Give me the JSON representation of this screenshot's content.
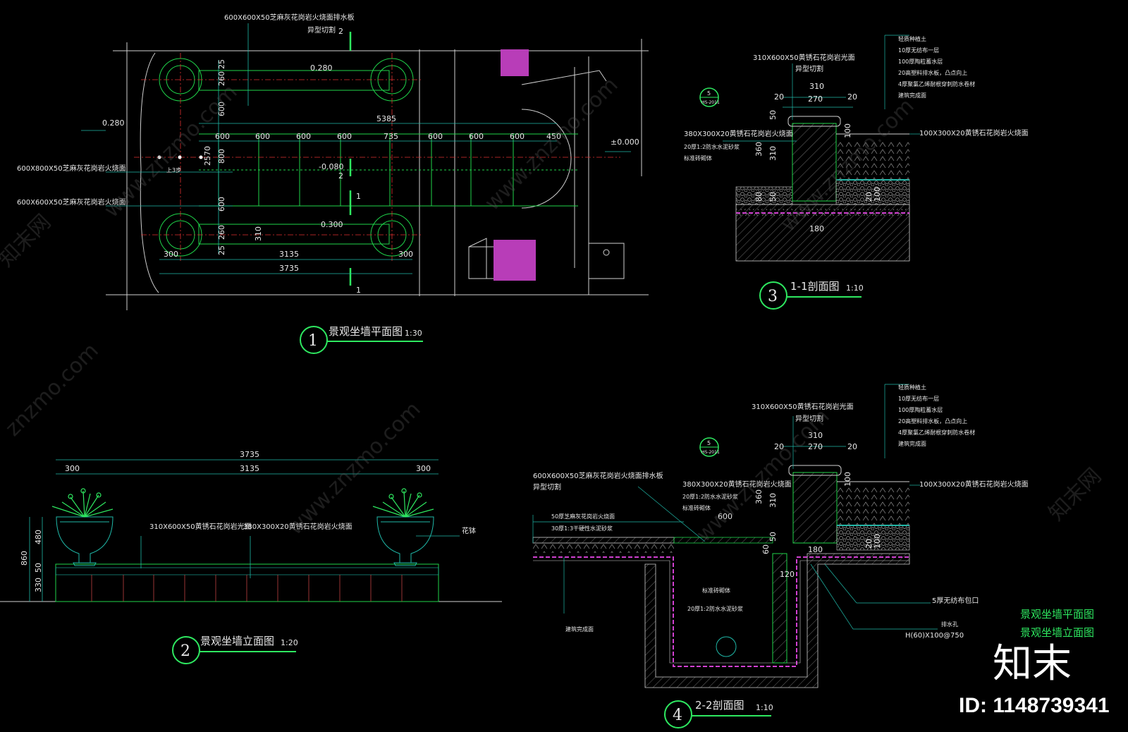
{
  "colors": {
    "background": "#000000",
    "outline": "#1fd44a",
    "dimension": "#1fb8a8",
    "structure": "#d0d0d0",
    "magenta": "#b83db8",
    "axis_red": "#e03030",
    "legend_green": "#2ee860"
  },
  "plan": {
    "label_top_stone": "600X600X50芝麻灰花岗岩火烧面排水板",
    "label_shape_cut": "异型切割",
    "section_mark_2": "2",
    "section_mark_1": "1",
    "label_stone_800": "600X800X50芝麻灰花岗岩火烧面",
    "label_stone_600": "600X600X50芝麻灰花岗岩火烧面",
    "level_left": "0.280",
    "level_top": "0.280",
    "level_mid": "-0.080",
    "level_bottom": "0.300",
    "level_right": "±0.000",
    "step_note": "上3步",
    "dim_total": "5385",
    "dims_row": [
      "600",
      "600",
      "600",
      "600",
      "735",
      "600",
      "600",
      "600",
      "450"
    ],
    "dims_vertical": [
      "25",
      "260",
      "600",
      "2570",
      "800",
      "600",
      "260",
      "25"
    ],
    "dim_310": "310",
    "dim_300_left": "300",
    "dim_300_right": "300",
    "dim_3135": "3135",
    "dim_3735": "3735"
  },
  "views": [
    {
      "number": "1",
      "title": "景观坐墙平面图",
      "scale": "1:30"
    },
    {
      "number": "2",
      "title": "景观坐墙立面图",
      "scale": "1:20"
    },
    {
      "number": "3",
      "title": "1-1剖面图",
      "scale": "1:10"
    },
    {
      "number": "4",
      "title": "2-2剖面图",
      "scale": "1:10"
    }
  ],
  "elevation": {
    "dim_total": "3735",
    "dim_left": "300",
    "dim_mid": "3135",
    "dim_right": "300",
    "label_cap": "310X600X50黄锈石花岗岩光面",
    "label_face": "380X300X20黄锈石花岗岩火烧面",
    "label_planter": "花钵",
    "dims_vertical": [
      "860",
      "480",
      "50",
      "330"
    ]
  },
  "section1": {
    "label_cap": "310X600X50黄锈石花岗岩光面",
    "label_cut": "异型切割",
    "label_face": "380X300X20黄锈石花岗岩火烧面",
    "label_mortar": "20厚1:2防水水泥砂浆",
    "label_brick": "标准砖砌体",
    "label_paving": "100X300X20黄锈石花岗岩火烧面",
    "detail_top": "5",
    "detail_bottom": "HS-2011",
    "dims": [
      "310",
      "20",
      "270",
      "20",
      "100",
      "360",
      "310",
      "80",
      "50",
      "50",
      "180",
      "20",
      "100"
    ],
    "layers": [
      "轻质种植土",
      "10厚无纺布一层",
      "100厚陶粒蓄水层",
      "20高塑料排水板，凸点向上",
      "4厚聚氯乙烯耐根穿刺防水卷材",
      "建筑完成面"
    ]
  },
  "section2": {
    "label_cap": "310X600X50黄锈石花岗岩光面",
    "label_cut": "异型切割",
    "label_drain_stone": "600X600X50芝麻灰花岗岩火烧面排水板",
    "label_cut2": "异型切割",
    "label_face": "380X300X20黄锈石花岗岩火烧面",
    "label_mortar": "20厚1:2防水水泥砂浆",
    "label_brick": "标准砖砌体",
    "label_sesame": "50厚芝麻灰花岗岩火烧面",
    "label_dry_mortar": "30厚1:3干硬性水泥砂浆",
    "label_brick2": "标准砖砌体",
    "label_mortar2": "20厚1:2防水水泥砂浆",
    "label_finish": "建筑完成面",
    "label_paving": "100X300X20黄锈石花岗岩火烧面",
    "label_geo": "5厚无纺布包口",
    "label_hole": "排水孔",
    "label_hole_spec": "H(60)X100@750",
    "detail_top": "5",
    "detail_bottom": "HS-2011",
    "dims": [
      "310",
      "20",
      "270",
      "20",
      "100",
      "360",
      "310",
      "50",
      "600",
      "60",
      "180",
      "120",
      "20",
      "100"
    ],
    "layers": [
      "轻质种植土",
      "10厚无纺布一层",
      "100厚陶粒蓄水层",
      "20高塑料排水板，凸点向上",
      "4厚聚氯乙烯耐根穿刺防水卷材",
      "建筑完成面"
    ]
  },
  "legend": [
    "景观坐墙平面图",
    "景观坐墙立面图"
  ],
  "watermarks": [
    "znzmo.com",
    "www.znzmo.com",
    "知末网"
  ],
  "brand": {
    "logo": "知末",
    "id": "ID: 1148739341"
  }
}
